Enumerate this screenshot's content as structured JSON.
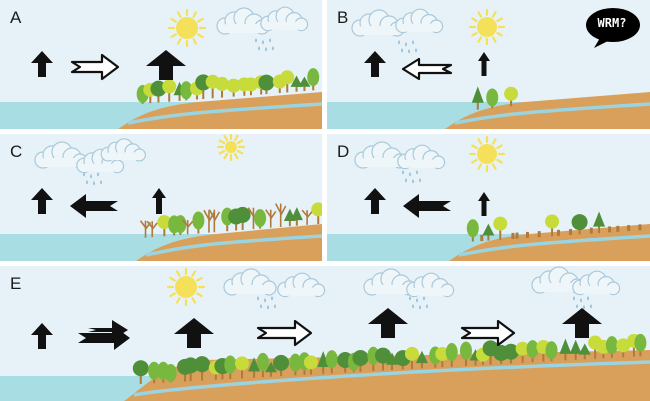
{
  "colors": {
    "panel_bg": "#e6f2f7",
    "water": "#a8dde3",
    "land": "#d9a05b",
    "river": "#9bd4e0",
    "sun": "#f5e05a",
    "cloud": "#eef6fa",
    "cloud_stroke": "#a9c9da",
    "rain": "#9cc3dd",
    "arrow": "#111111",
    "tree_dark": "#4f8f3a",
    "tree_mid": "#79b83f",
    "tree_light": "#c7dc3a",
    "trunk": "#b07a3c"
  },
  "panels": [
    {
      "id": "A",
      "label": "A"
    },
    {
      "id": "B",
      "label": "B"
    },
    {
      "id": "C",
      "label": "C"
    },
    {
      "id": "D",
      "label": "D"
    },
    {
      "id": "E",
      "label": "E"
    }
  ],
  "badge": {
    "text": "WRM?",
    "icon": "speech-bubble-icon"
  }
}
